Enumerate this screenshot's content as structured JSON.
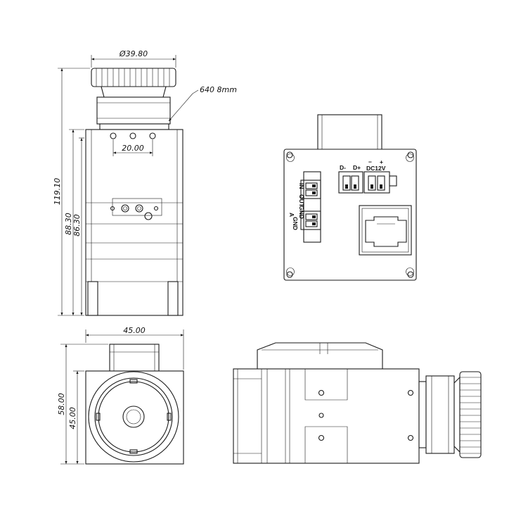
{
  "dimensions": {
    "top_diameter": "Ø39.80",
    "lens_note": "640 8mm",
    "height_total": "119.10",
    "height_a": "88.30",
    "height_b": "86.30",
    "hole_spacing": "20.00",
    "front_width": "45.00",
    "front_height": "58.00",
    "front_body": "45.00"
  },
  "connector_labels": {
    "d_minus": "D-",
    "d_plus": "D+",
    "minus": "−",
    "plus": "+",
    "power": "DC12V",
    "out": "OUT",
    "in": "IN",
    "a": "A",
    "gnd1": "GND",
    "gnd2": "GND"
  }
}
